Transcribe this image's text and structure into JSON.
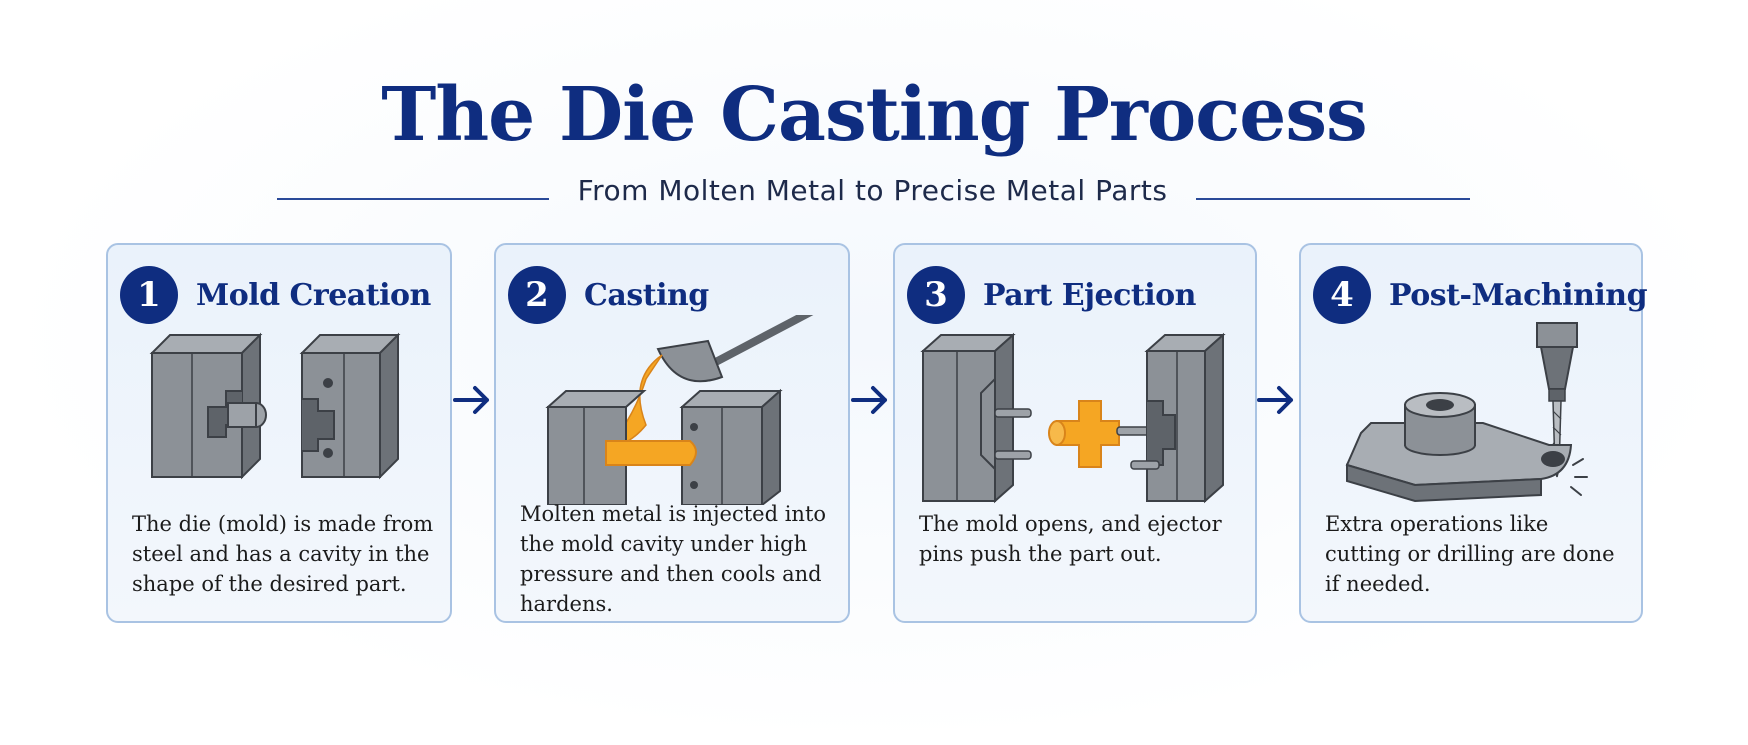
{
  "header": {
    "title": "The Die Casting Process",
    "subtitle": "From Molten Metal to Precise Metal Parts"
  },
  "steps": [
    {
      "number": "1",
      "title": "Mold Creation",
      "description": "The die (mold) is made from steel and has a cavity in the shape of the desired part.",
      "icon": "open-mold-halves-icon"
    },
    {
      "number": "2",
      "title": "Casting",
      "description": "Molten metal is injected into the mold cavity under high pressure and then cools and hardens.",
      "icon": "ladle-pouring-metal-icon"
    },
    {
      "number": "3",
      "title": "Part Ejection",
      "description": "The mold opens, and ejector pins push the part out.",
      "icon": "ejected-part-icon"
    },
    {
      "number": "4",
      "title": "Post-Machining",
      "description": "Extra operations like cutting or drilling are done if needed.",
      "icon": "drill-machining-icon"
    }
  ],
  "colors": {
    "navy": "#0f2d80",
    "steel": "#8c9197",
    "steel_dark": "#5e6369",
    "molten": "#f5a623",
    "card_border": "#a9c3e3"
  }
}
